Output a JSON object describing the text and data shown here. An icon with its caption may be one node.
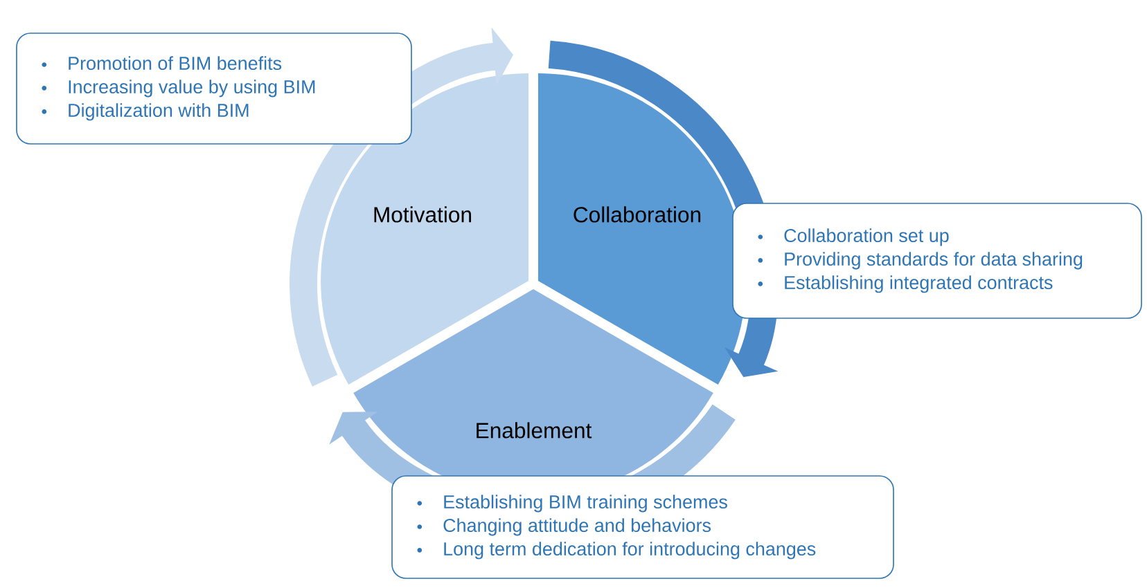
{
  "diagram": {
    "nodes": [
      {
        "text": [
          "Motivation"
        ]
      },
      {
        "text": [
          "Collaboration"
        ]
      },
      {
        "text": [
          "Enablement"
        ]
      },
      {
        "text": [
          "Promotion of BIM benefits",
          "Increasing value by using BIM",
          "Digitalization with BIM"
        ]
      },
      {
        "text": [
          "Collaboration set up",
          "Providing standards for data sharing",
          "Establishing integrated contracts"
        ]
      },
      {
        "text": [
          "Establishing BIM training schemes",
          "Changing attitude and behaviors",
          "Long term dedication for introducing changes"
        ]
      }
    ]
  }
}
